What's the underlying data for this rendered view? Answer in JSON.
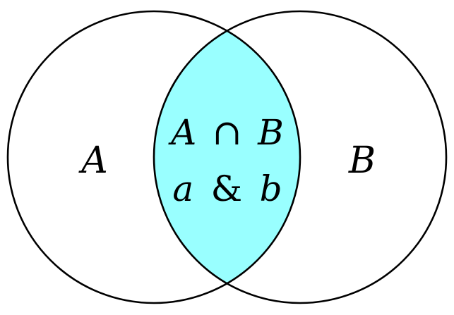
{
  "diagram": {
    "type": "venn",
    "sets": [
      {
        "id": "A",
        "label": "A"
      },
      {
        "id": "B",
        "label": "B"
      }
    ],
    "intersection": {
      "set_a": "A",
      "symbol": "∩",
      "set_b": "B",
      "var_a": "a",
      "conjunction": "&",
      "var_b": "b"
    },
    "colors": {
      "intersection_fill": "#99ffff",
      "stroke": "#000000",
      "background": "#ffffff"
    }
  }
}
